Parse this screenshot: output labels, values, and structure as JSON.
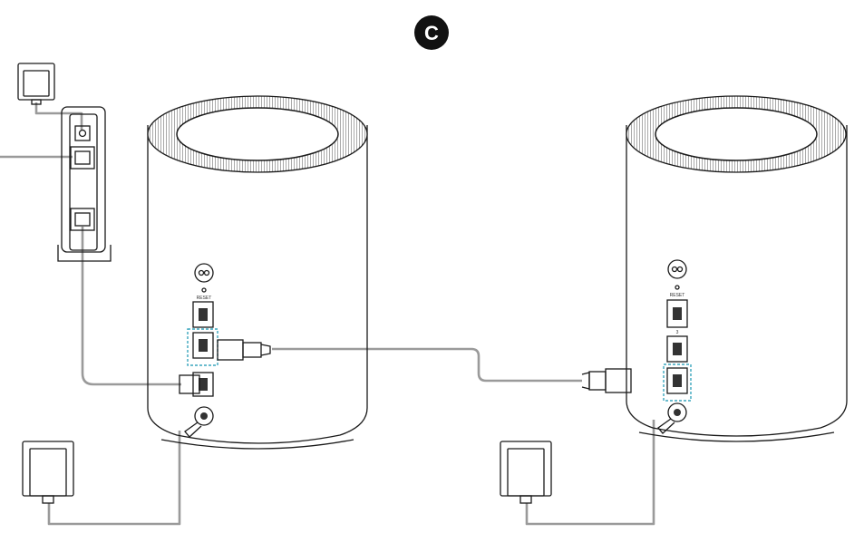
{
  "step_badge": "C",
  "router_main": {
    "reset_label": "RESET"
  },
  "router_secondary": {
    "reset_label": "RESET",
    "port_number": "3"
  },
  "colors": {
    "highlight": "#3aa6bd",
    "cable": "#9a9a9a",
    "outline": "#1a1a1a"
  },
  "icons": [
    "power-adapter-icon",
    "modem-icon",
    "ethernet-plug-icon",
    "pair-button-icon",
    "power-plug-icon"
  ]
}
